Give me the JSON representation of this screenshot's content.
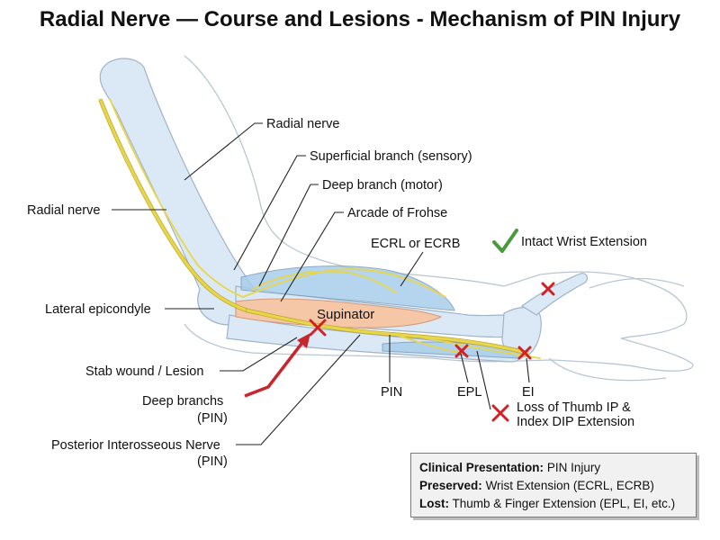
{
  "title": "Radial Nerve — Course and Lesions - Mechanism of PIN Injury",
  "labels": {
    "radial_nerve_top": "Radial nerve",
    "superficial_branch": "Superficial branch (sensory)",
    "deep_branch": "Deep branch (motor)",
    "arcade_of_frohse": "Arcade of Frohse",
    "ecrl_ecrb": "ECRL or ECRB",
    "intact_wrist_extension": "Intact Wrist Extension",
    "radial_nerve_left": "Radial nerve",
    "lateral_epicondyle": "Lateral epicondyle",
    "supinator": "Supinator",
    "stab_wound": "Stab wound / Lesion",
    "deep_branchs_line1": "Deep branchs",
    "deep_branchs_line2": "(PIN)",
    "pin": "PIN",
    "epl": "EPL",
    "ei": "EI",
    "loss_line1": "Loss of Thumb IP &",
    "loss_line2": "Index DIP Extension",
    "pin_nerve_line1": "Posterior Interosseous Nerve",
    "pin_nerve_line2": "(PIN)"
  },
  "clinical_box": {
    "presentation_label": "Clinical Presentation:",
    "presentation_value": "PIN Injury",
    "preserved_label": "Preserved:",
    "preserved_value": "Wrist Extension (ECRL, ECRB)",
    "lost_label": "Lost:",
    "lost_value": "Thumb & Finger Extension (EPL, EI, etc.)"
  },
  "colors": {
    "nerve": "#e8d64a",
    "lesion_mark": "#d32027",
    "check_mark": "#4a9a3c",
    "muscle": "#a9cdea",
    "supinator": "#f6c7a6"
  }
}
